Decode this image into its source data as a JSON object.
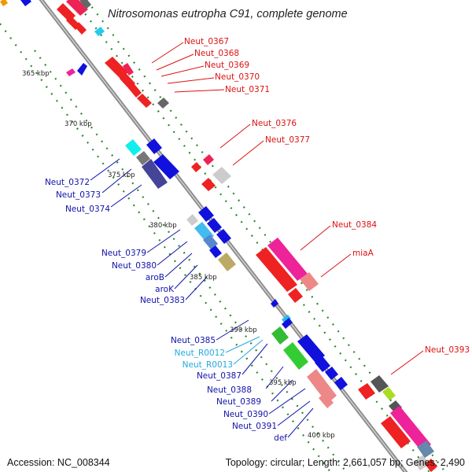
{
  "title": "Nitrosomonas eutropha C91, complete genome",
  "footer": {
    "accession": "Accession: NC_008344",
    "topology": "Topology: circular; Length: 2,661,057 bp; Genes: 2,490"
  },
  "colors": {
    "backbone": "#999999",
    "ruler": "#2a8a2a",
    "plus_label": "#dd1111",
    "minus_label": "#1111aa",
    "rna_label": "#22aadd"
  },
  "kbp_ticks": [
    "365 kbp",
    "370 kbp",
    "375 kbp",
    "380 kbp",
    "385 kbp",
    "390 kbp",
    "395 kbp",
    "400 kbp"
  ],
  "plus_labels": [
    "Neut_0367",
    "Neut_0368",
    "Neut_0369",
    "Neut_0370",
    "Neut_0371",
    "Neut_0376",
    "Neut_0377",
    "Neut_0384",
    "miaA",
    "Neut_0393"
  ],
  "minus_labels": [
    "Neut_0372",
    "Neut_0373",
    "Neut_0374",
    "Neut_0379",
    "Neut_0380",
    "aroB",
    "aroK",
    "Neut_0383",
    "Neut_0385",
    "Neut_R0012",
    "Neut_R0013",
    "Neut_0387",
    "Neut_0388",
    "Neut_0389",
    "Neut_0390",
    "Neut_0391",
    "def"
  ]
}
